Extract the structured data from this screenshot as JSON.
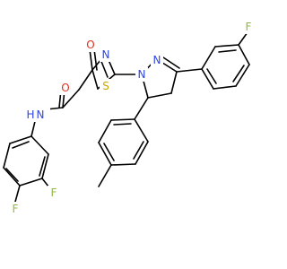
{
  "structure": {
    "atoms": {
      "F_top": {
        "symbol": "F",
        "color": "#8fb944"
      },
      "O_ring": {
        "symbol": "O",
        "color": "#e0301e"
      },
      "N_thiazole": {
        "symbol": "N",
        "color": "#2f46e0"
      },
      "N_pyrazoline_a": {
        "symbol": "N",
        "color": "#2f46e0"
      },
      "N_pyrazoline_b": {
        "symbol": "N",
        "color": "#2f46e0"
      },
      "S_ring": {
        "symbol": "S",
        "color": "#c9a400"
      },
      "O_amide": {
        "symbol": "O",
        "color": "#e0301e"
      },
      "N_amide": {
        "symbol": "N",
        "color": "#2f46e0"
      },
      "H_amide": {
        "symbol": "H",
        "color": "#2f46e0"
      },
      "F_bottom_a": {
        "symbol": "F",
        "color": "#8fb944"
      },
      "F_bottom_b": {
        "symbol": "F",
        "color": "#8fb944"
      }
    }
  }
}
